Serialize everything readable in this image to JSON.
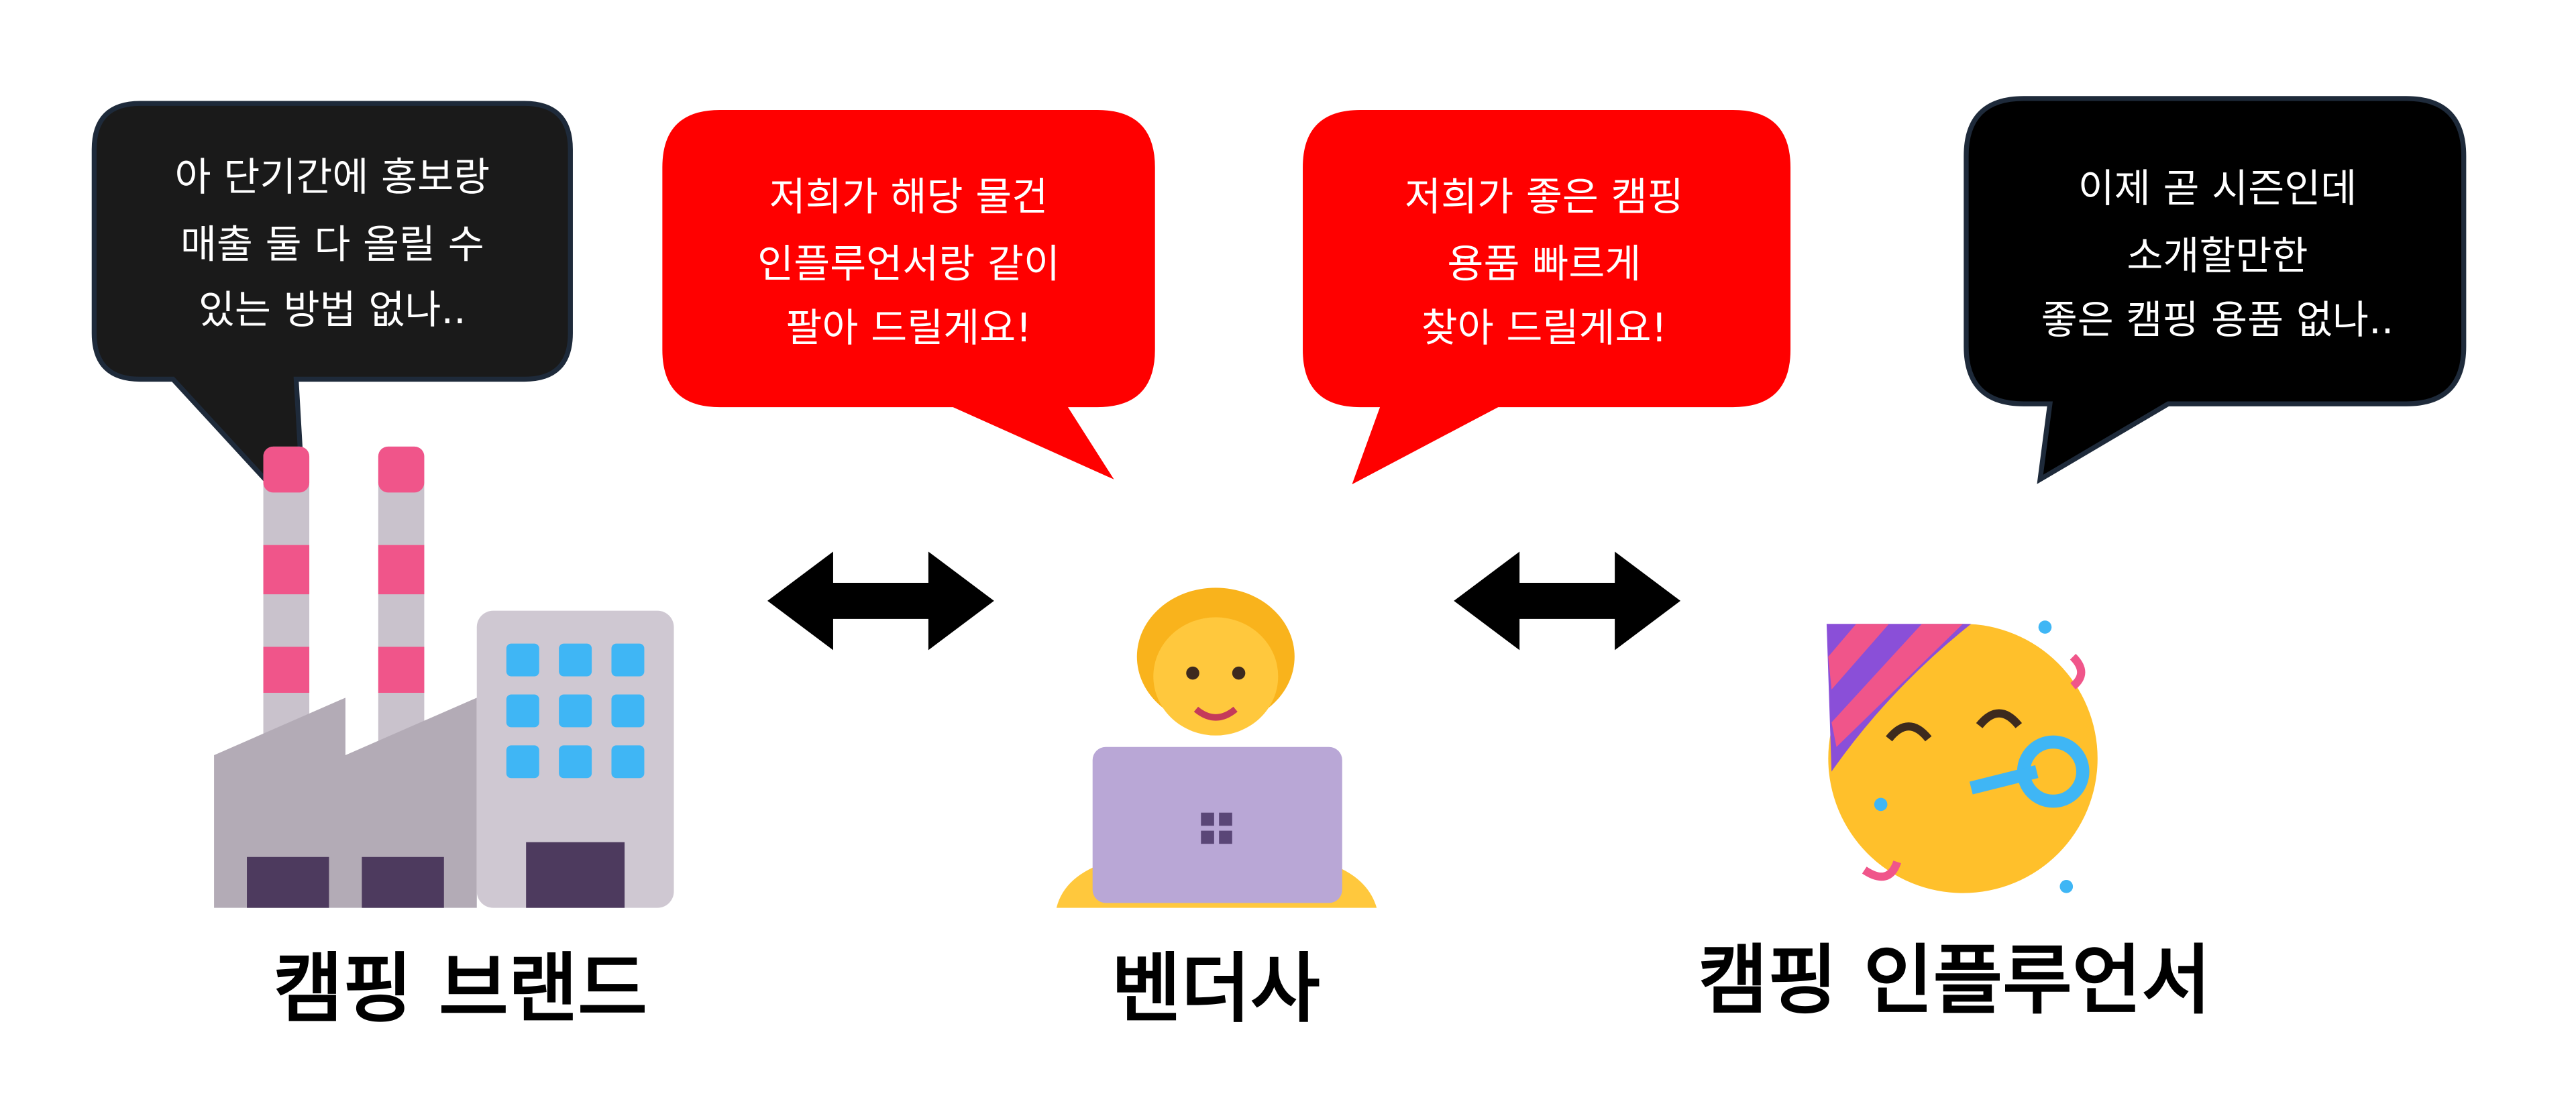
{
  "bubbles": [
    {
      "lines": [
        "아 단기간에 홍보랑",
        "매출 둘 다 올릴 수",
        "있는 방법 없나.."
      ],
      "color": "#1a1a1a"
    },
    {
      "lines": [
        "저희가 해당 물건",
        "인플루언서랑 같이",
        "팔아 드릴게요!"
      ],
      "color": "#ff0000"
    },
    {
      "lines": [
        "저희가 좋은 캠핑",
        "용품 빠르게",
        "찾아 드릴게요!"
      ],
      "color": "#ff0000"
    },
    {
      "lines": [
        "이제 곧 시즌인데",
        "소개할만한",
        "좋은 캠핑 용품 없나.."
      ],
      "color": "#000000"
    }
  ],
  "actors": [
    {
      "label": "캠핑 브랜드",
      "icon": "factory-icon"
    },
    {
      "label": "벤더사",
      "icon": "person-laptop-icon"
    },
    {
      "label": "캠핑 인플루언서",
      "icon": "party-face-icon"
    }
  ]
}
